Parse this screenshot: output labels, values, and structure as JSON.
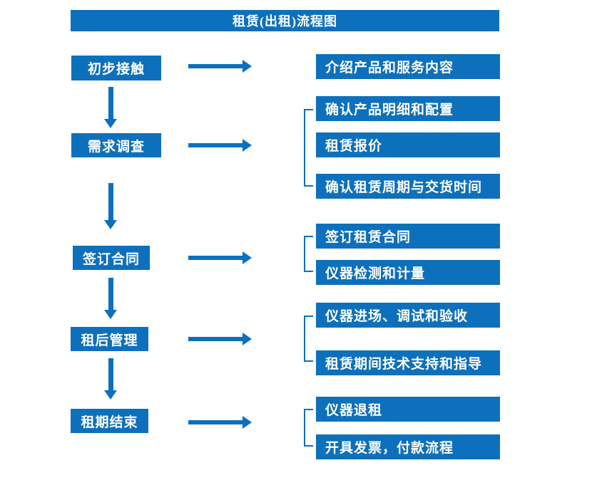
{
  "title": "租赁(出租)流程图",
  "colors": {
    "primary": "#0d70bc",
    "text_on_primary": "#ffffff",
    "background": "#ffffff"
  },
  "steps": [
    {
      "label": "初步接触",
      "outputs": [
        "介绍产品和服务内容"
      ]
    },
    {
      "label": "需求调查",
      "outputs": [
        "确认产品明细和配置",
        "租赁报价",
        "确认租赁周期与交货时间"
      ]
    },
    {
      "label": "签订合同",
      "outputs": [
        "签订租赁合同",
        "仪器检测和计量"
      ]
    },
    {
      "label": "租后管理",
      "outputs": [
        "仪器进场、调试和验收",
        "租赁期间技术支持和指导"
      ]
    },
    {
      "label": "租期结束",
      "outputs": [
        "仪器退租",
        "开具发票，付款流程"
      ]
    }
  ]
}
